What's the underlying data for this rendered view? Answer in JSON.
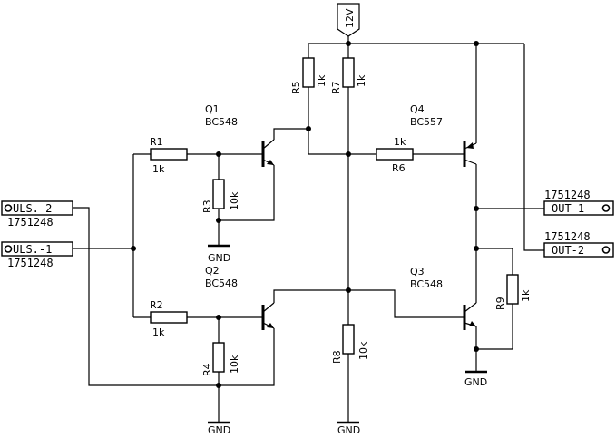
{
  "supply": "12V",
  "ground": "GND",
  "connectors": {
    "in2": {
      "name": "ULS.-2",
      "part": "1751248"
    },
    "in1": {
      "name": "ULS.-1",
      "part": "1751248"
    },
    "out1": {
      "name": "OUT-1",
      "part": "1751248"
    },
    "out2": {
      "name": "OUT-2",
      "part": "1751248"
    }
  },
  "transistors": {
    "q1": {
      "ref": "Q1",
      "type": "BC548"
    },
    "q2": {
      "ref": "Q2",
      "type": "BC548"
    },
    "q3": {
      "ref": "Q3",
      "type": "BC548"
    },
    "q4": {
      "ref": "Q4",
      "type": "BC557"
    }
  },
  "resistors": {
    "r1": {
      "ref": "R1",
      "value": "1k"
    },
    "r2": {
      "ref": "R2",
      "value": "1k"
    },
    "r3": {
      "ref": "R3",
      "value": "10k"
    },
    "r4": {
      "ref": "R4",
      "value": "10k"
    },
    "r5": {
      "ref": "R5",
      "value": "1k"
    },
    "r6": {
      "ref": "R6",
      "value": "1k"
    },
    "r7": {
      "ref": "R7",
      "value": "1k"
    },
    "r8": {
      "ref": "R8",
      "value": "10k"
    },
    "r9": {
      "ref": "R9",
      "value": "1k"
    }
  }
}
